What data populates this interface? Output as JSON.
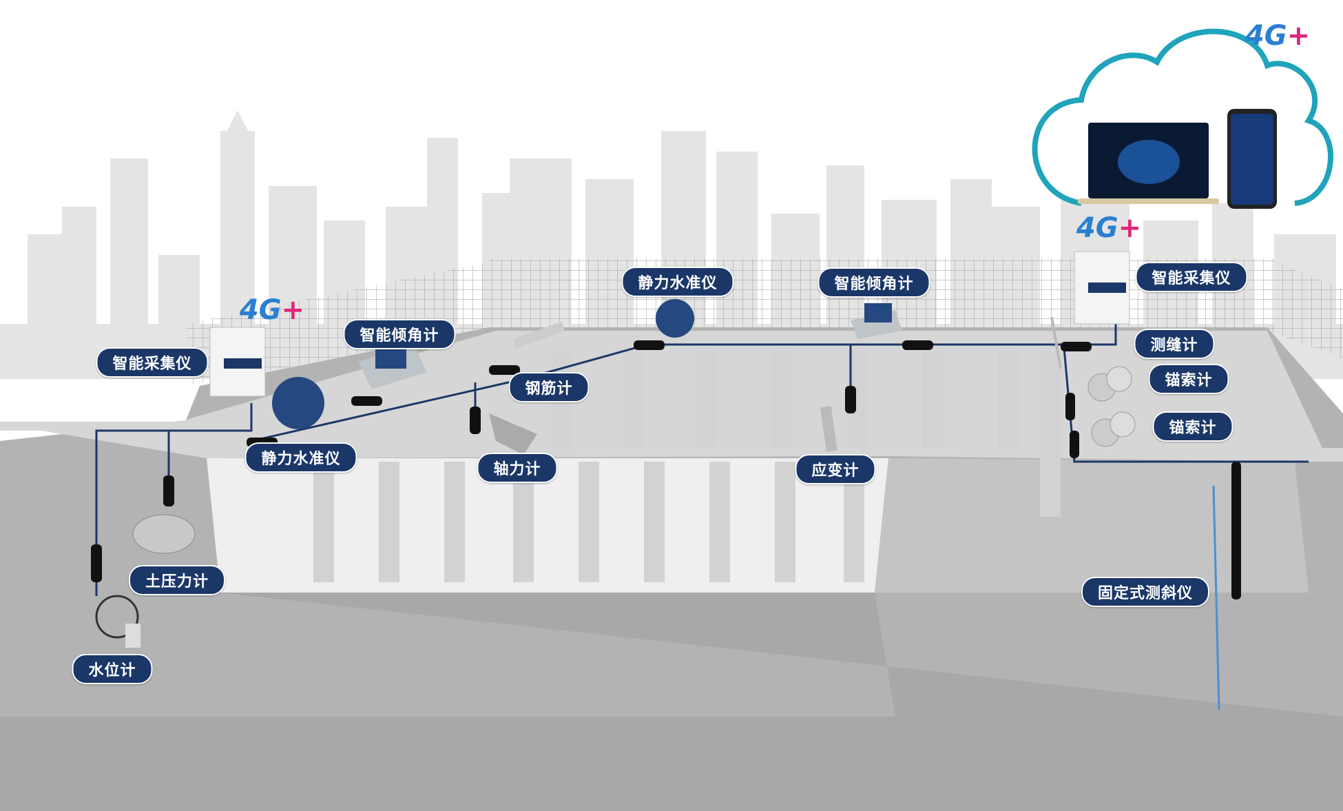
{
  "labels": {
    "collector_left": "智能采集仪",
    "level_left": "静力水准仪",
    "tilt_left": "智能倾角计",
    "rebar": "钢筋计",
    "axial": "轴力计",
    "level_mid": "静力水准仪",
    "tilt_mid": "智能倾角计",
    "strain": "应变计",
    "collector_right": "智能采集仪",
    "crack": "测缝计",
    "anchor_1": "锚索计",
    "anchor_2": "锚索计",
    "inclinometer": "固定式测斜仪",
    "earth_pressure": "土压力计",
    "water_level": "水位计"
  },
  "network": {
    "g4": "4G",
    "plus": "+"
  },
  "colors": {
    "label_bg": "#1a3768",
    "cable": "#1a3768",
    "cloud": "#1fa4bb",
    "ground": "#b3b3b3"
  }
}
